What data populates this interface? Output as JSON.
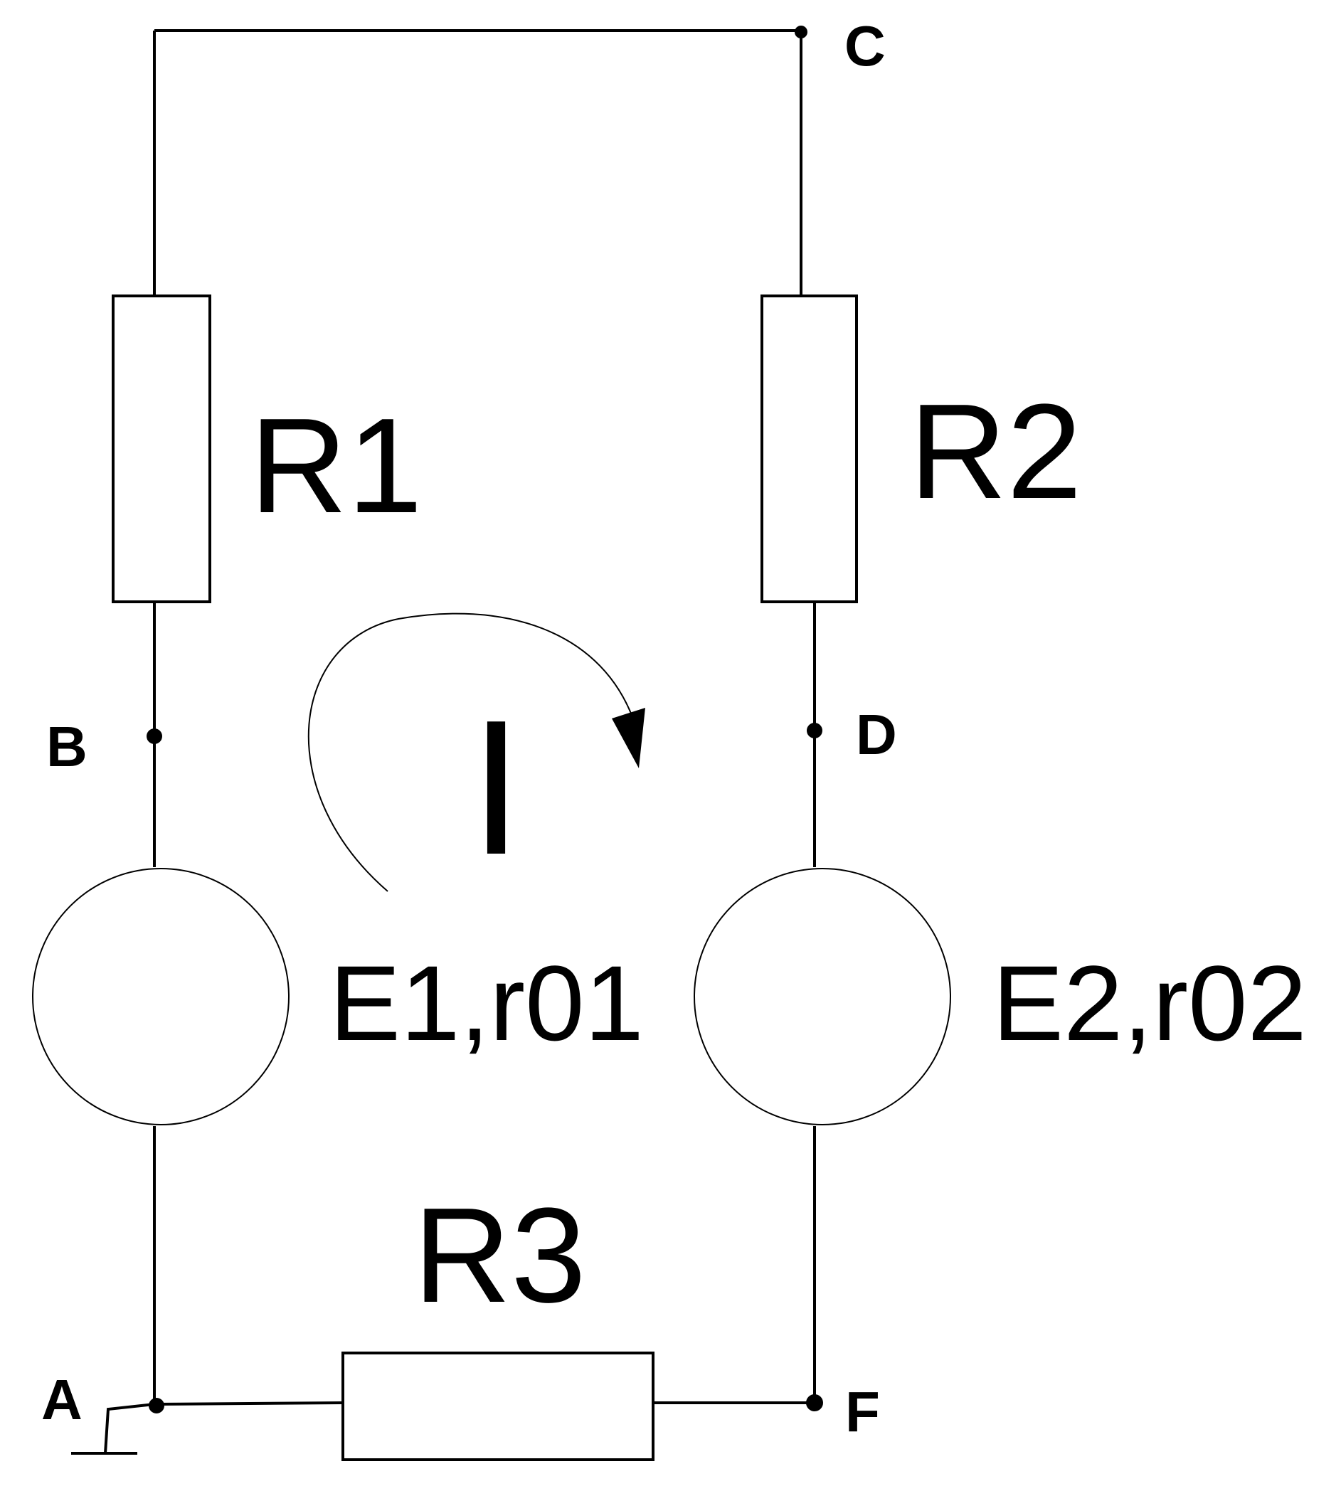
{
  "diagram": {
    "nodes": {
      "A": "A",
      "B": "B",
      "C": "C",
      "D": "D",
      "F": "F"
    },
    "resistors": {
      "r1": "R1",
      "r2": "R2",
      "r3": "R3"
    },
    "sources": {
      "e1": "E1,r01",
      "e2": "E2,r02"
    },
    "loop_current": "I",
    "colors": {
      "line": "#000000",
      "background": "#ffffff"
    }
  }
}
